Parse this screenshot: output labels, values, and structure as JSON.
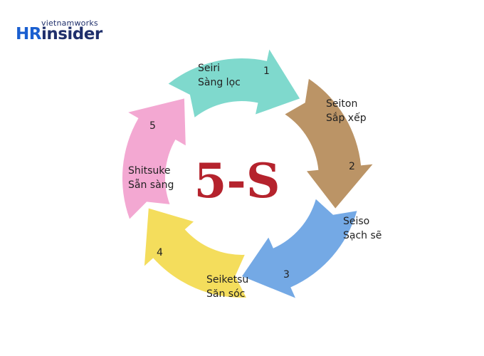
{
  "logo": {
    "small": "vietnamworks",
    "hr": "HR",
    "rest": "insider"
  },
  "center": {
    "title": "5-S",
    "color": "#b5232d"
  },
  "steps": [
    {
      "number": "1",
      "line1": "Seiri",
      "line2": "Sàng lọc",
      "color": "#7fd9cd"
    },
    {
      "number": "2",
      "line1": "Seiton",
      "line2": "Sắp xếp",
      "color": "#bb9466"
    },
    {
      "number": "3",
      "line1": "Seiso",
      "line2": "Sạch sẽ",
      "color": "#74a9e5"
    },
    {
      "number": "4",
      "line1": "Seiketsu",
      "line2": "Săn sóc",
      "color": "#f4dd5c"
    },
    {
      "number": "5",
      "line1": "Shitsuke",
      "line2": "Sẵn sàng",
      "color": "#f3a8d2"
    }
  ]
}
